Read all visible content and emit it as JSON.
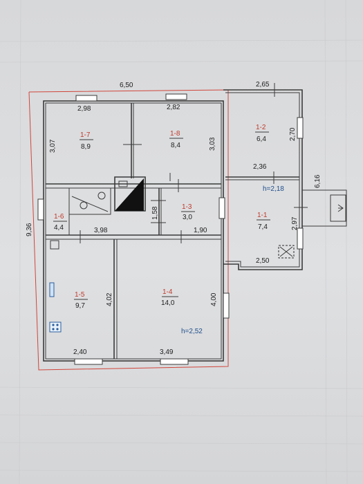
{
  "plan": {
    "overall_width": "6,50",
    "overall_height": "9,36",
    "annex_height": "6,16",
    "rooms": [
      {
        "id": "1-1",
        "area": "7,4"
      },
      {
        "id": "1-2",
        "area": "6,4"
      },
      {
        "id": "1-3",
        "area": "3,0"
      },
      {
        "id": "1-4",
        "area": "14,0"
      },
      {
        "id": "1-5",
        "area": "9,7"
      },
      {
        "id": "1-6",
        "area": "4,4"
      },
      {
        "id": "1-7",
        "area": "8,9"
      },
      {
        "id": "1-8",
        "area": "8,4"
      }
    ],
    "dims": {
      "r7_top": "2,98",
      "r8_top": "2,82",
      "r2_top": "2,65",
      "r7_left": "3,07",
      "r8_right": "3,03",
      "r2_right": "2,70",
      "r2_bottom": "2,36",
      "r3_left": "1,58",
      "r3_bottom": "1,90",
      "r6_bottom": "3,98",
      "r1_right": "2,97",
      "r1_bottom": "2,50",
      "r5_right": "4,02",
      "r4_right": "4,00",
      "r5_bottom": "2,40",
      "r4_bottom": "3,49"
    },
    "heights": {
      "annex": "h=2,18",
      "main": "h=2,52"
    }
  },
  "colors": {
    "wall": "#3a3a3a",
    "boundary": "#d0453a",
    "room_id": "#c0392b",
    "height_text": "#1f4e8c"
  }
}
